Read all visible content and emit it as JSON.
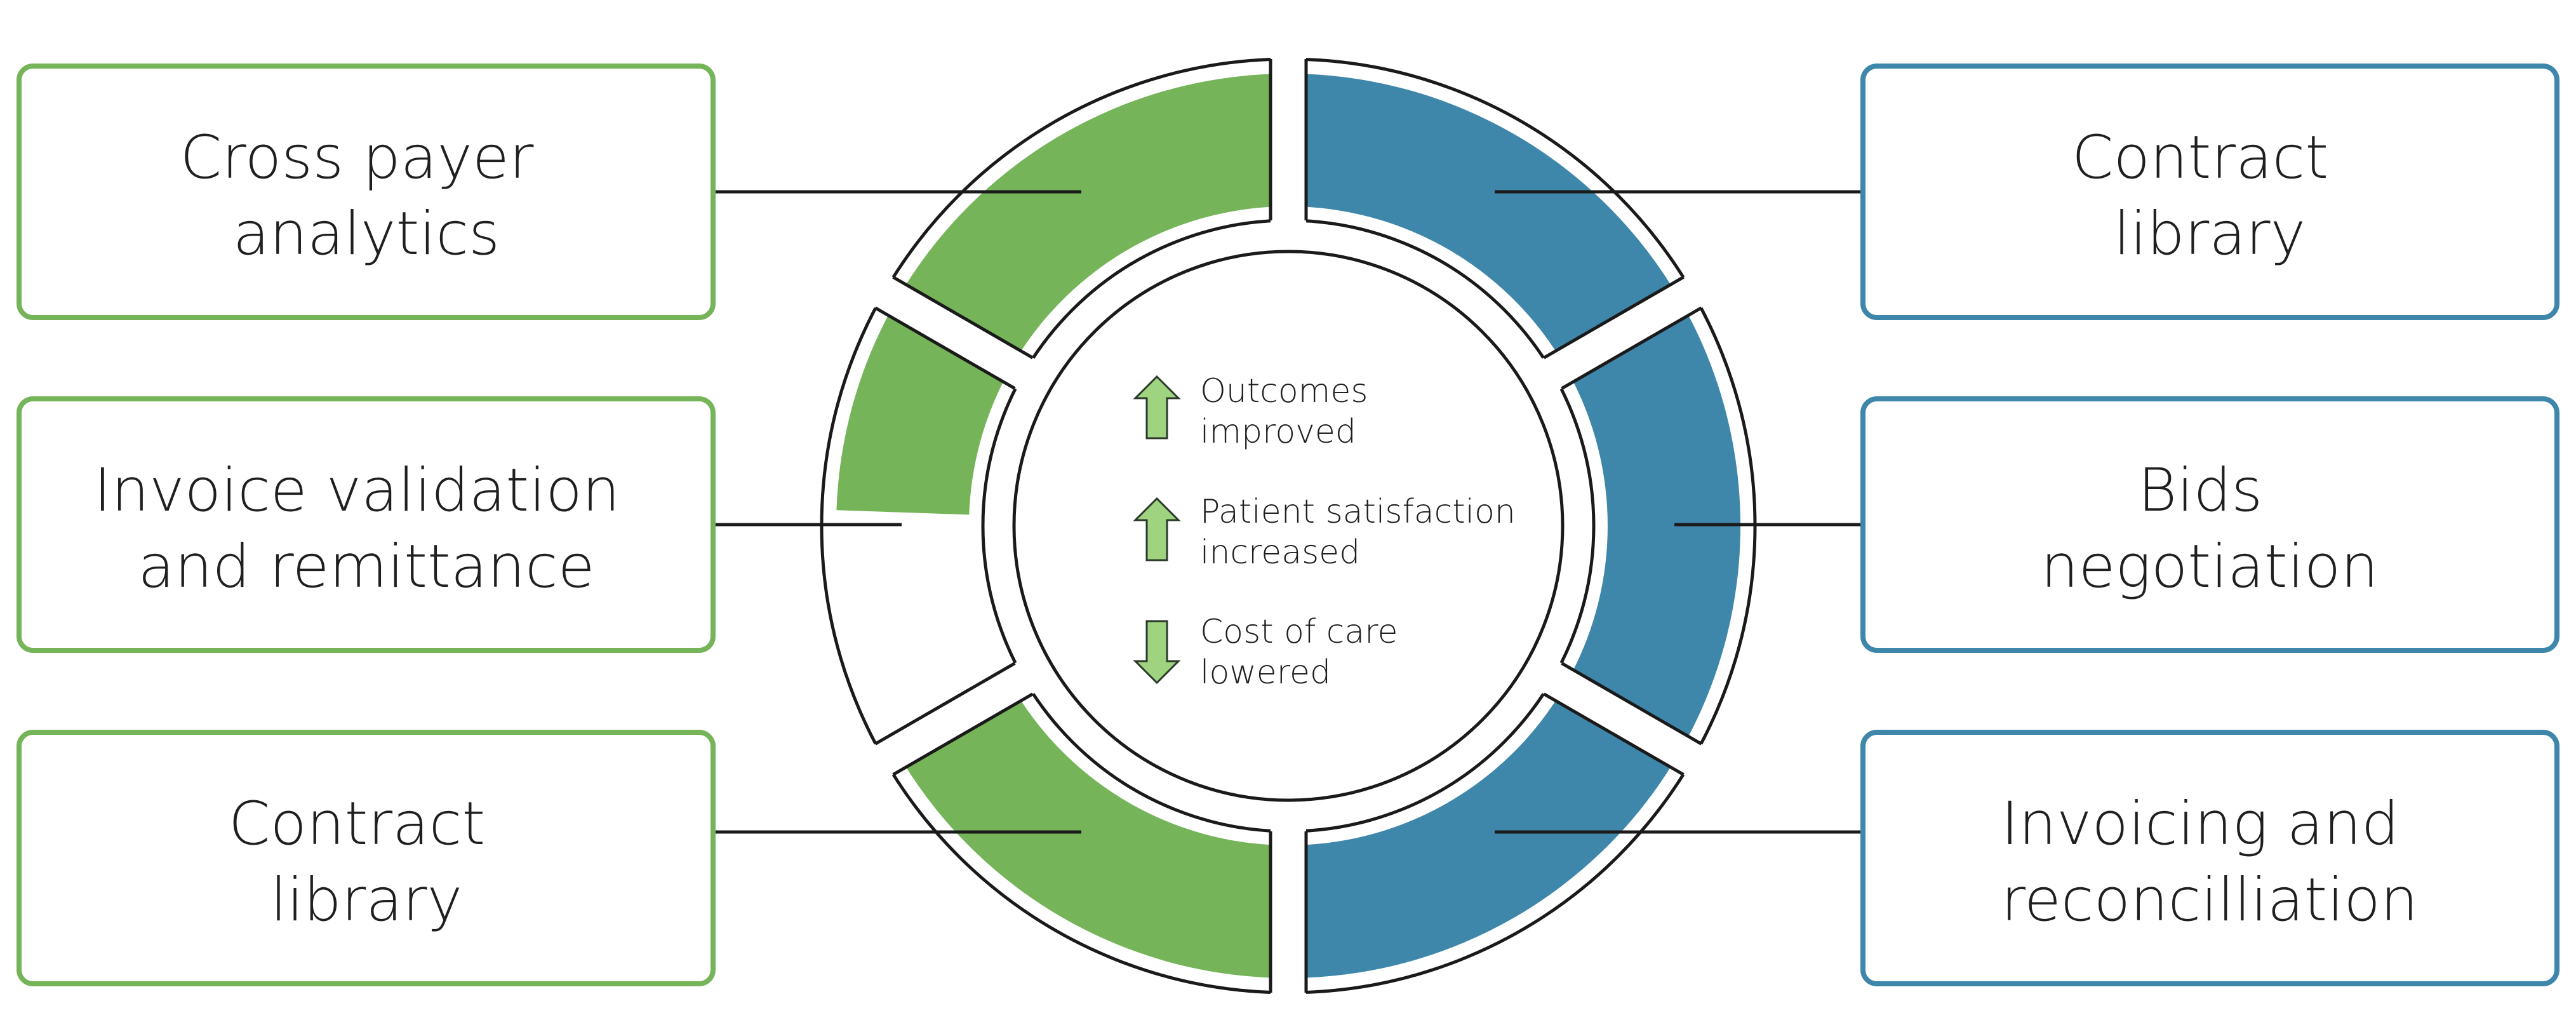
{
  "colors": {
    "green": "#76b45a",
    "blue": "#3f87aa",
    "line": "#1a1a1a",
    "arrow_fill": "#9fd37f",
    "arrow_stroke": "#2b3a2a"
  },
  "left_boxes": [
    {
      "lines": [
        "Cross payer",
        "analytics"
      ]
    },
    {
      "lines": [
        "Invoice validation",
        "and remittance"
      ]
    },
    {
      "lines": [
        "Contract",
        "library"
      ]
    }
  ],
  "right_boxes": [
    {
      "lines": [
        "Contract",
        "library"
      ]
    },
    {
      "lines": [
        "Bids",
        "negotiation"
      ]
    },
    {
      "lines": [
        "Invoicing and",
        "reconcilliation"
      ]
    }
  ],
  "center_items": [
    {
      "direction": "up",
      "icon": "arrow-up-icon",
      "lines": [
        "Outcomes",
        "improved"
      ]
    },
    {
      "direction": "up",
      "icon": "arrow-up-icon",
      "lines": [
        "Patient satisfaction",
        "increased"
      ]
    },
    {
      "direction": "down",
      "icon": "arrow-down-icon",
      "lines": [
        "Cost of care",
        "lowered"
      ]
    }
  ]
}
